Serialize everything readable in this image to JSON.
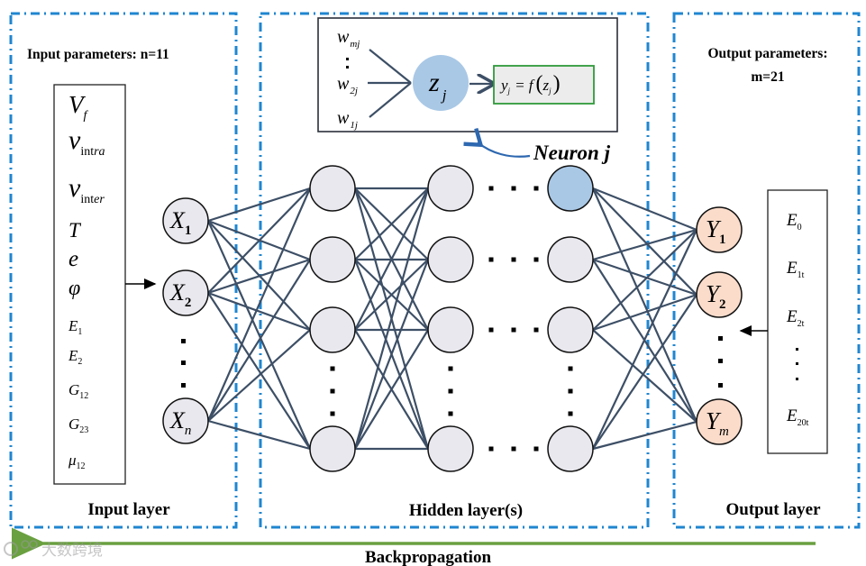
{
  "input_panel": {
    "title": "Input parameters: n=11",
    "footer": "Input layer",
    "parameters": [
      {
        "base": "V",
        "sub": "f"
      },
      {
        "base": "ν",
        "sub": "intra"
      },
      {
        "base": "ν",
        "sub": "inter"
      },
      {
        "base": "T",
        "sub": ""
      },
      {
        "base": "e",
        "sub": ""
      },
      {
        "base": "φ",
        "sub": ""
      },
      {
        "base": "E",
        "sub": "1"
      },
      {
        "base": "E",
        "sub": "2"
      },
      {
        "base": "G",
        "sub": "12"
      },
      {
        "base": "G",
        "sub": "23"
      },
      {
        "base": "μ",
        "sub": "12"
      }
    ],
    "nodes": [
      {
        "base": "X",
        "sub": "1"
      },
      {
        "base": "X",
        "sub": "2"
      },
      {
        "base": "X",
        "sub": "n"
      }
    ]
  },
  "hidden_panel": {
    "footer": "Hidden layer(s)",
    "neuron_detail": {
      "weights": [
        {
          "base": "w",
          "sub": "mj"
        },
        {
          "base": "w",
          "sub": "2j"
        },
        {
          "base": "w",
          "sub": "1j"
        }
      ],
      "node": {
        "base": "z",
        "sub": "j"
      },
      "activation": "y_j = f(z_j)",
      "activation_parts": {
        "y": "y",
        "ysub": "j",
        "eq": "= f",
        "z": "z",
        "zsub": "j"
      },
      "callout": "Neuron j"
    },
    "columns": 3,
    "rows_per_column": 4,
    "highlighted_neuron": {
      "column": 3,
      "row": 1
    }
  },
  "output_panel": {
    "title_line1": "Output parameters:",
    "title_line2": "m=21",
    "footer": "Output layer",
    "parameters": [
      {
        "base": "E",
        "sub": "0"
      },
      {
        "base": "E",
        "sub": "1t"
      },
      {
        "base": "E",
        "sub": "2t"
      },
      {
        "base": "E",
        "sub": "20t"
      }
    ],
    "nodes": [
      {
        "base": "Y",
        "sub": "1"
      },
      {
        "base": "Y",
        "sub": "2"
      },
      {
        "base": "Y",
        "sub": "m"
      }
    ]
  },
  "backpropagation_label": "Backpropagation",
  "watermark": "大数跨境",
  "colors": {
    "panel_border": "#1f86d0",
    "edge": "#3d4f66",
    "hidden_node_fill": "#e8e8ee",
    "highlight_node_fill": "#a9c8e6",
    "output_node_fill": "#fbdccb",
    "activation_border": "#2f9a3a",
    "backprop_arrow": "#6aa040",
    "callout_arrow": "#2e68b0"
  }
}
